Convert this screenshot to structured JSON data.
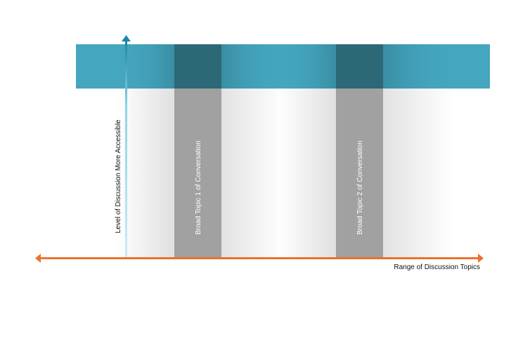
{
  "y_axis_label": "Level of Discussion More Accessible",
  "x_axis_label": "Range of Discussion Topics",
  "topics": [
    {
      "label": "Broad Topic 1 of Conversation"
    },
    {
      "label": "Broad Topic 2 of Conversation"
    }
  ],
  "colors": {
    "band": "#44a6bf",
    "band_overlap": "#2d6876",
    "column": "#a1a1a1",
    "x_axis": "#e9732d",
    "y_axis_top": "#1a86a6",
    "y_axis_bottom": "#c9ecf5"
  }
}
